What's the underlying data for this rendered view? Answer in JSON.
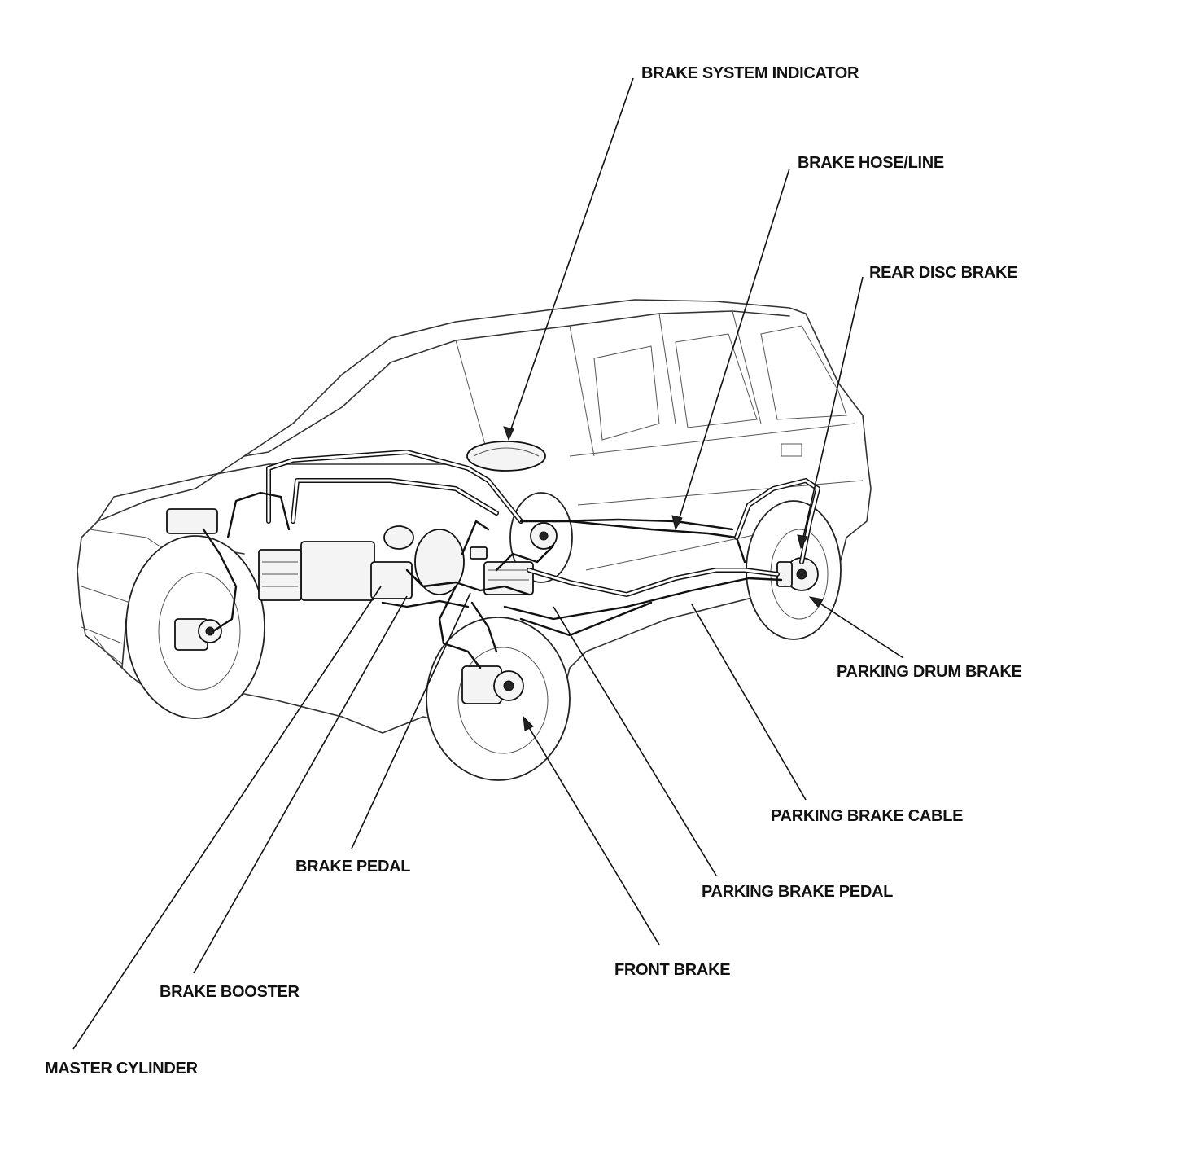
{
  "labels": {
    "brake_system_indicator": "BRAKE SYSTEM INDICATOR",
    "brake_hose_line": "BRAKE HOSE/LINE",
    "rear_disc_brake": "REAR DISC BRAKE",
    "parking_drum_brake": "PARKING DRUM BRAKE",
    "parking_brake_cable": "PARKING BRAKE CABLE",
    "parking_brake_pedal": "PARKING BRAKE PEDAL",
    "front_brake": "FRONT BRAKE",
    "brake_pedal": "BRAKE PEDAL",
    "brake_booster": "BRAKE BOOSTER",
    "master_cylinder": "MASTER CYLINDER"
  }
}
